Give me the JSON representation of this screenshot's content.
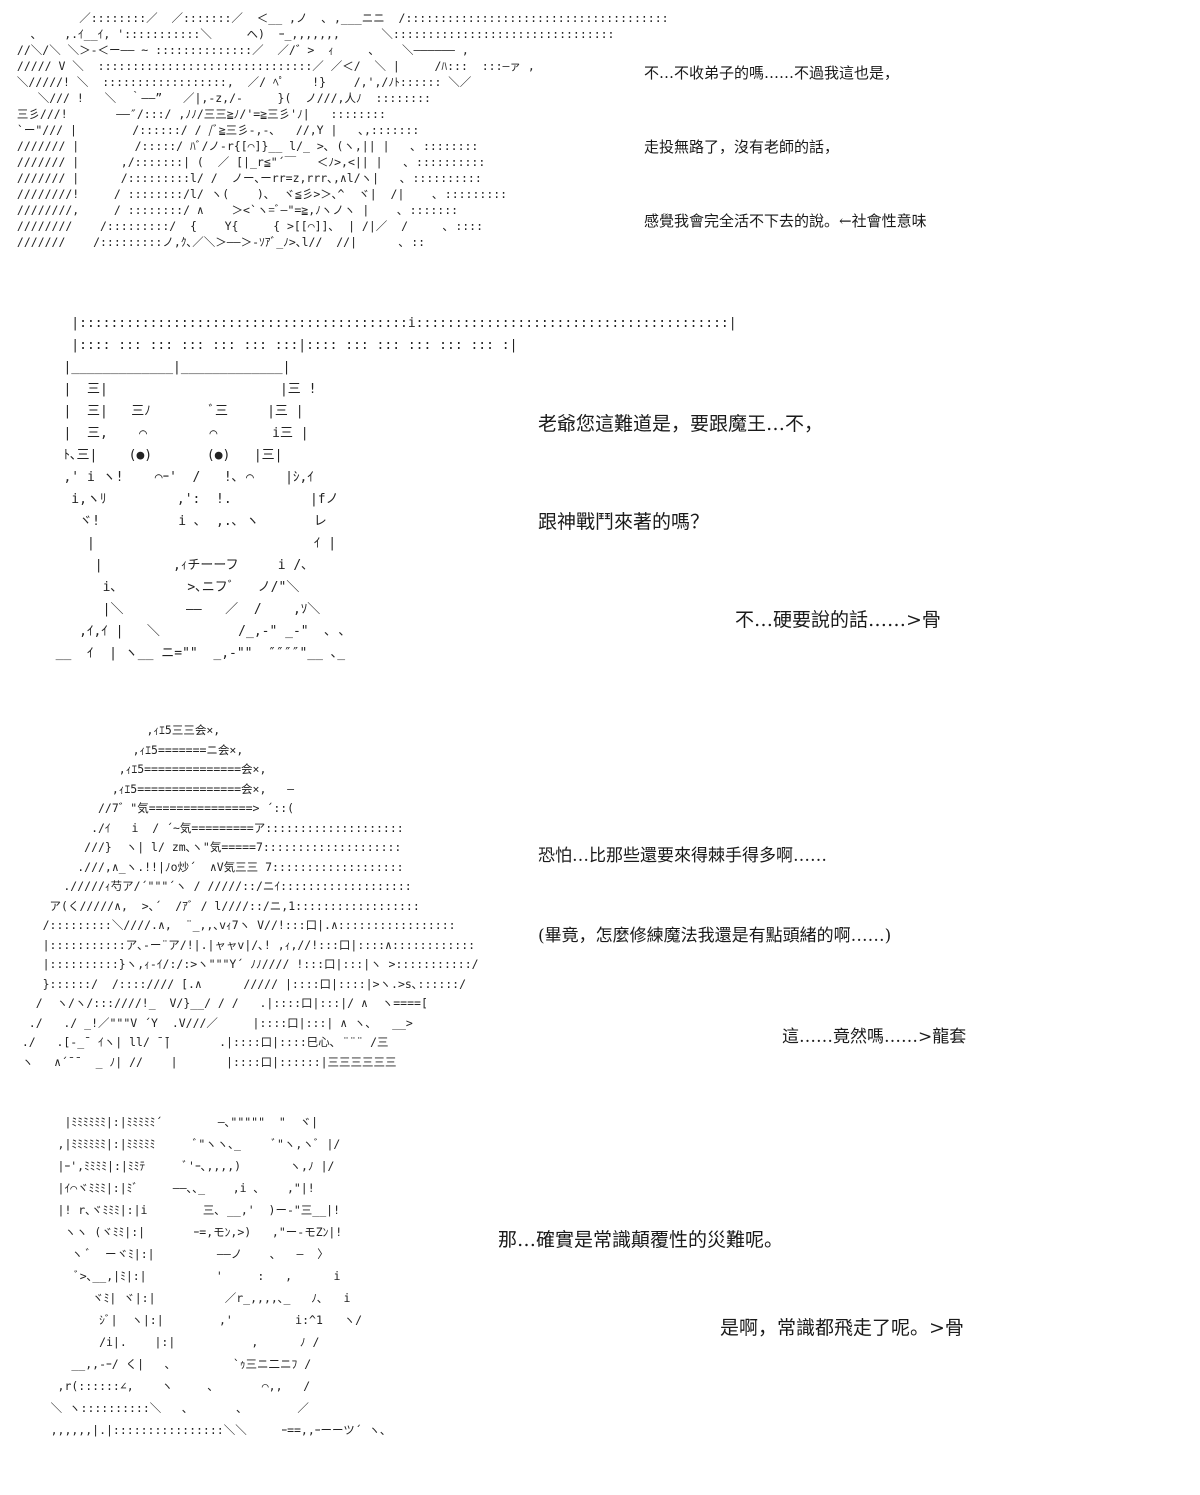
{
  "page": {
    "background": "#ffffff",
    "text_color": "#1a1a1a"
  },
  "panels": [
    {
      "id": "panel-1",
      "art_description": "crowd of figures with hoods and gears",
      "art": [
        "          ／::::::::／  ／:::::::／  ＜__ ,ノ  ､ ,___ニニ  /::::::::::::::::::::::::::::::::::::::",
        "   ､    ,.ｲ__ｲ, ':::::::::::＼     ヘ)  ｰ_,,,,,,,      ＼::::::::::::::::::::::::::::::::",
        " //＼/＼ ＼＞-＜ー―― ~ ::::::::::::::／  ／/゛>  ｨ     ､    ＼―――――― ,",
        " ///// V ＼  :::::::::::::::::::::::::::::::／ ／＜/  ＼ |     /ﾊ:::  :::―ァ ,",
        " ＼/////! ＼  ::::::::::::::::::,  ／/ ﾍﾟ    !}    /,',/ﾉﾄ:::::: ＼／",
        "    ＼/// !   ＼  ｀――”   ／|,-z,/-     }(  ノ///,人ﾉ  ::::::::",
        " 三彡///!       ――″/:::/ ,ﾉﾉ/三三≧ﾉ/'=≧三彡'ﾉ|   ::::::::",
        " `ー\"/// |        /::::::/ / /ﾞ≧三彡-,-､   //,Y |   ､,:::::::",
        " /////// |        /:::::/ ﾊﾞ/ノ-r{[⌒]}__ l/_ >､ (ヽ,|| |   ､ ::::::::",
        " /////// |      ,/:::::::| (  ／ [|_r≦\"´￣   ＜ﾉ>,<|| |   ､ ::::::::::",
        " /////// |      /:::::::::l/ /  ノー､ーrr=z,rrr､,∧l/ヽ|   ､ ::::::::::",
        " ////////!     / ::::::::/l/ ヽ(    )､  ヾ≦彡>＞､^  ヾ|  /|    ､ :::::::::",
        " ////////,     / ::::::::/ ∧    ＞<`ヽ=ﾞ―\"=≧,ﾉヽノヽ |    ､ :::::::",
        " ////////    /:::::::::/  {    Y{     { >[[⌒]]､  | /|／  /     ､ ::::",
        " ///////    /:::::::::ノ,ｸ､／＼＞――＞-ｿｱﾞ_ﾉ>､l//  //|      ､ ::"
      ],
      "dialogue": [
        "不…不收弟子的嗎……不過我這也是，",
        "走投無路了，沒有老師的話，",
        "感覺我會完全活不下去的說。←社會性意味"
      ]
    },
    {
      "id": "panel-2",
      "art_description": "figure with box-like head and wide eyes",
      "art": [
        "    |::::::::::::::::::::::::::::::::::::::::::i::::::::::::::::::::::::::::::::::::::::|",
        "    |:::: ::: ::: ::: ::: ::: :::|:::: ::: ::: ::: ::: ::: :|",
        "   |_____________|_____________|",
        "   |  三|                      |三 !",
        "   |  三|   三ﾉ        ﾞ三     |三 |",
        "   |  三,    ⌒        ⌒       i三 |",
        "   ﾄ､三|    (●)       (●)   |三|",
        "   ,' i ヽ!    ⌒ｰ'  /   !､ ⌒    |ｼ,ｲ",
        "    i,ヽﾘ         ,':  !.          |fノ",
        "     ヾ!          i ､  ,.､ ヽ       レ",
        "      |                            ｲ |",
        "       |         ,ｨチーーフ     i /､",
        "        i､         >､ニフﾞ   ノ/\"＼",
        "        |＼        ――   ／  /    ,ｿ＼",
        "     ,ｲ,ｲ |   ＼          /_,-\" _-\"  ､ ､",
        "  __  ｲ  | ヽ__ ニ=\"\"  _,-\"\"  ″″″″\"__ ､_"
      ],
      "dialogue": [
        "老爺您這難道是，要跟魔王…不，",
        "跟神戰鬥來著的嗎？",
        "不…硬要說的話……>骨"
      ]
    },
    {
      "id": "panel-3",
      "art_description": "hooded figure with striped hat and barred body",
      "art": [
        "                    ,ｨｴ5三三会×,",
        "                  ,ｨｴ5=======ニ会×,",
        "                ,ｨｴ5==============会×,",
        "               ,ｨｴ5===============会×,   ―",
        "             //7゛\"気===============> ´::(",
        "            ./ｲ   i  / ´~気=========ア::::::::::::::::::::",
        "           ///}  ヽ| l/ zm､ヽ\"気=====7::::::::::::::::::::",
        "          .///,∧_ヽ.!!|ﾉo炒´  ∧V気三三 7:::::::::::::::::::",
        "        ./////ｨ芍ア/´\"\"\"´ヽ / /////::/ニｲ:::::::::::::::::::",
        "      ア(く/////∧,  >､´  /ｱﾞ / l////::/ニ,1::::::::::::::::::",
        "     /:::::::::＼////.∧,  ¨_,,､vｨ7ヽ V//!:::口|.∧:::::::::::::::::",
        "     |:::::::::::ア､-ー¨ア/!|.|ャャv|/､! ,ｨ,//!:::口|::::∧::::::::::::",
        "     |::::::::::}ヽ,ｨ-ｲ/:/:>ヽ\"\"\"Y´ ﾉﾉ//// !:::口|:::|ヽ >:::::::::::/",
        "     }::::::/  /:::://// [.∧      ///// |::::口|::::|>ヽ.>s､::::::/",
        "    /  ヽ/ヽ/:::////!_  V/}__/ / /   .|::::口|:::|/ ∧  ヽ====[",
        "   ./   ./ _!／\"\"\"V ´Y  .V///／     |::::口|:::| ∧ ヽ､   __>",
        "  ./   .[-_¯ ｲヽ| ll/ ̄ ̄|       .|::::口|::::巳心､ ¨¨¨ /三",
        "  ヽ   ∧´¯¯  _ ﾉ| //    |       |::::口|::::::|三三三三三三"
      ],
      "dialogue": [
        "恐怕…比那些還要來得棘手得多啊……",
        "(畢竟，怎麼修練魔法我還是有點頭緒的啊……)",
        "這……竟然嗎……>龍套"
      ]
    },
    {
      "id": "panel-4",
      "art_description": "old man with bald head, glasses and beard",
      "art": [
        "       |ﾐﾐﾐﾐﾐﾐ|:|ﾐﾐﾐﾐﾐ´        ―､\"\"\"\"\"  \"  ヾ|",
        "      ,|ﾐﾐﾐﾐﾐﾐ|:|ﾐﾐﾐﾐﾐ      ﾞ\"ヽヽ､_     ﾞ\"ヽ,ヽﾞ |/",
        "      |ｰ',ﾐﾐﾐﾐ|:|ﾐﾐﾃ      ﾞ'ｰ､,,,,)       ヽ,ﾉ |/",
        "      |ｲ⌒ヾﾐﾐﾐ|:|ﾐﾞ     ――､､_    ,i ､    ,\"|!",
        "      |! r､ヾﾐﾐﾐ|:|i        三､ __,'  )ー-\"三__|!",
        "       ヽヽ (ヾﾐﾐ|:|       ｰ=,モﾝ,>)   ,\"ー-モZﾝ|!",
        "        ヽ ﾞ  ーヾﾐ|:|         ――ノ    ､   ―  〉",
        "         ﾞ>､__,|ﾐ|:|          '     :   ,      i",
        "           ヾﾐ| ヾ|:|          ／r_,,,,､_   ﾉ､   i",
        "            ｼﾞ|  ヽ|:|        ,'         i:^1   ヽ/",
        "            /i|.    |:|           ,      ﾉ /",
        "        __,,-ｰ/ く|   ､         `ｩ三ニ二ニﾌ /",
        "      ,r(::::::∠,    ヽ     ､       ⌒,,   /",
        "     ＼ ヽ::::::::::＼   ､       ､        ／",
        "     ,,,,,,|.|::::::::::::::::＼＼     ｰ==,,ｰーーツ´ ヽ､"
      ],
      "dialogue": [
        "那…確實是常識顛覆性的災難呢。",
        "是啊，常識都飛走了呢。>骨"
      ]
    }
  ]
}
